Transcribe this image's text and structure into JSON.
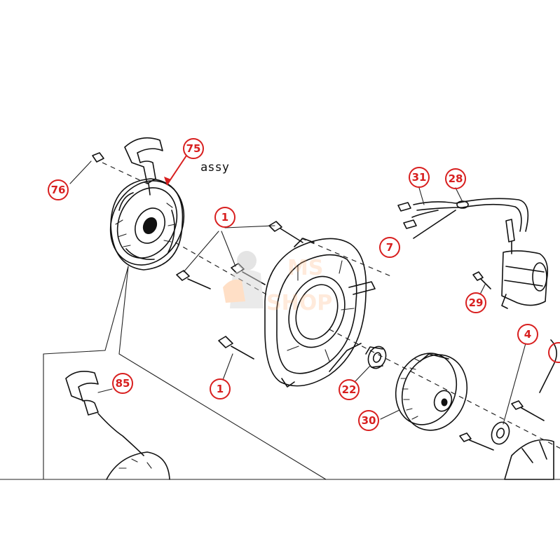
{
  "diagram": {
    "assy_label": "assy",
    "callouts": [
      {
        "id": "c75",
        "label": "75"
      },
      {
        "id": "c76",
        "label": "76"
      },
      {
        "id": "c1a",
        "label": "1"
      },
      {
        "id": "c1b",
        "label": "1"
      },
      {
        "id": "c7",
        "label": "7"
      },
      {
        "id": "c31",
        "label": "31"
      },
      {
        "id": "c28",
        "label": "28"
      },
      {
        "id": "c29",
        "label": "29"
      },
      {
        "id": "c4",
        "label": "4"
      },
      {
        "id": "c22",
        "label": "22"
      },
      {
        "id": "c30",
        "label": "30"
      },
      {
        "id": "c85",
        "label": "85"
      }
    ],
    "accent_color": "#d81f1f"
  },
  "watermark": {
    "line1": "MS",
    "line2": "SHOP"
  }
}
